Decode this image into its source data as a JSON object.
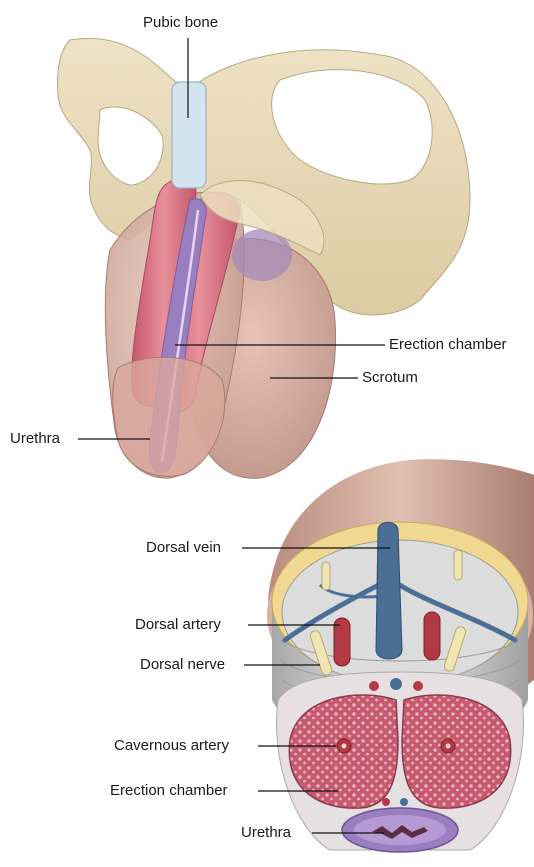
{
  "top_figure": {
    "labels": {
      "pubic_bone": "Pubic bone",
      "erection_chamber": "Erection chamber",
      "scrotum": "Scrotum",
      "urethra": "Urethra"
    }
  },
  "bottom_figure": {
    "labels": {
      "dorsal_vein": "Dorsal vein",
      "dorsal_artery": "Dorsal artery",
      "dorsal_nerve": "Dorsal nerve",
      "cavernous_artery": "Cavernous artery",
      "erection_chamber": "Erection chamber",
      "urethra": "Urethra"
    }
  },
  "colors": {
    "bone": "#e8dcbc",
    "skin": "#d8b2a4",
    "chamber": "#d8707e",
    "urethra": "#9a7fc0",
    "vein": "#4b6e95",
    "artery": "#b23a44",
    "nerve": "#f0e4b0",
    "fat": "#f0d890"
  }
}
